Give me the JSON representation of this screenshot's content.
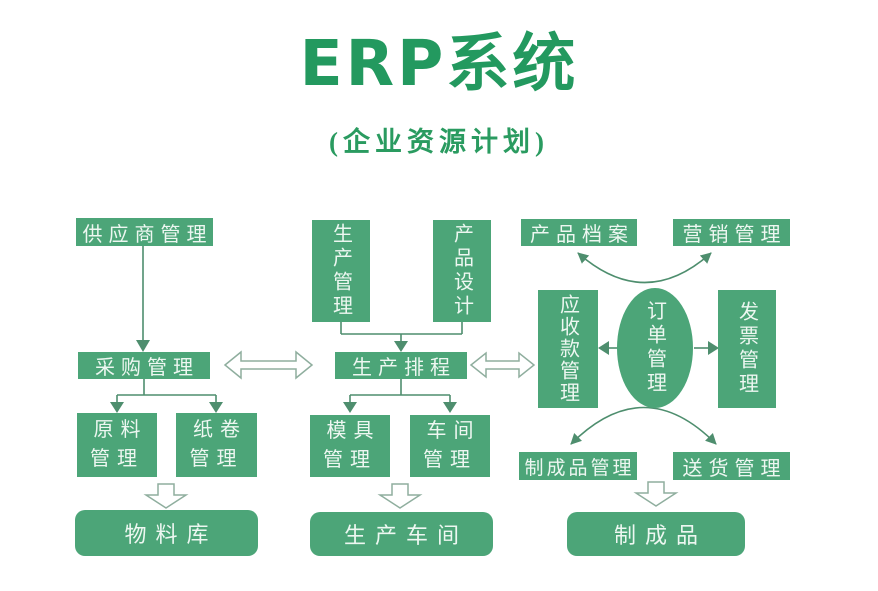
{
  "title": {
    "main": "ERP系统",
    "sub": "(企业资源计划)"
  },
  "colors": {
    "title_green": "#23995f",
    "box_green": "#4ca578",
    "line_green": "#4e8e6e",
    "hollow_arrow_stroke": "#8fae9e",
    "box_text": "#edf7f1",
    "background": "#ffffff"
  },
  "nodes": {
    "supplier": "供应商管理",
    "purchasing": "采购管理",
    "raw_material": "原料\n管理",
    "paper_roll": "纸卷\n管理",
    "material_store": "物料库",
    "production_mgmt": "生产管理",
    "product_design": "产品设计",
    "production_scheduling": "生产排程",
    "mold": "模具\n管理",
    "workshop_mgmt": "车间\n管理",
    "production_workshop": "生产车间",
    "product_archive": "产品档案",
    "marketing": "营销管理",
    "receivables": "应收款管理",
    "order_mgmt": "订单管理",
    "invoice": "发票管理",
    "finished_goods_mgmt": "制成品管理",
    "delivery": "送货管理",
    "finished_goods": "制成品"
  }
}
